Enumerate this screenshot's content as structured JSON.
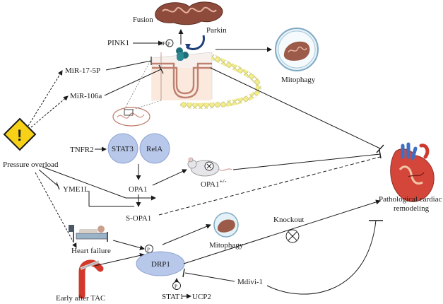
{
  "labels": {
    "fusion": "Fusion",
    "parkin": "Parkin",
    "pink1": "PINK1",
    "p": "P",
    "mfn2": "MFN2",
    "mitophagy_top": "Mitophagy",
    "mir17": "MiR-17-5P",
    "mir106": "MiR-106a",
    "pressure": "Pressure overload",
    "tnfr2": "TNFR2",
    "stat3": "STAT3",
    "rela": "RelA",
    "opa1": "OPA1",
    "opa1_mut_base": "OPA1",
    "opa1_mut_sup": "+/-",
    "yme1l": "YME1L",
    "sopa1": "S-OPA1",
    "heart_failure": "Heart failure",
    "mitophagy_bottom": "Mitophagy",
    "knockout": "Knockout",
    "drp1": "DRP1",
    "mdivi": "Mdivi-1",
    "stat1": "STAT1",
    "ucp2": "UCP2",
    "early_tac": "Early after TAC",
    "outcome_line1": "Pathological cardiac",
    "outcome_line2": "remodeling",
    "warning_mark": "!"
  },
  "colors": {
    "protein_fill": "#b8c8ea",
    "mito_brown": "#9c5a49",
    "membrane_yellow": "#f2ec8a",
    "warning_yellow": "#f7d117",
    "mfn2_teal": "#1f6f78"
  },
  "icons": [
    "warning-icon",
    "mitochondrion-icon",
    "mouse-icon",
    "hospital-bed-icon",
    "aorta-icon",
    "heart-icon",
    "vesicle-icon",
    "membrane-icon",
    "parkin-arrow-icon"
  ]
}
